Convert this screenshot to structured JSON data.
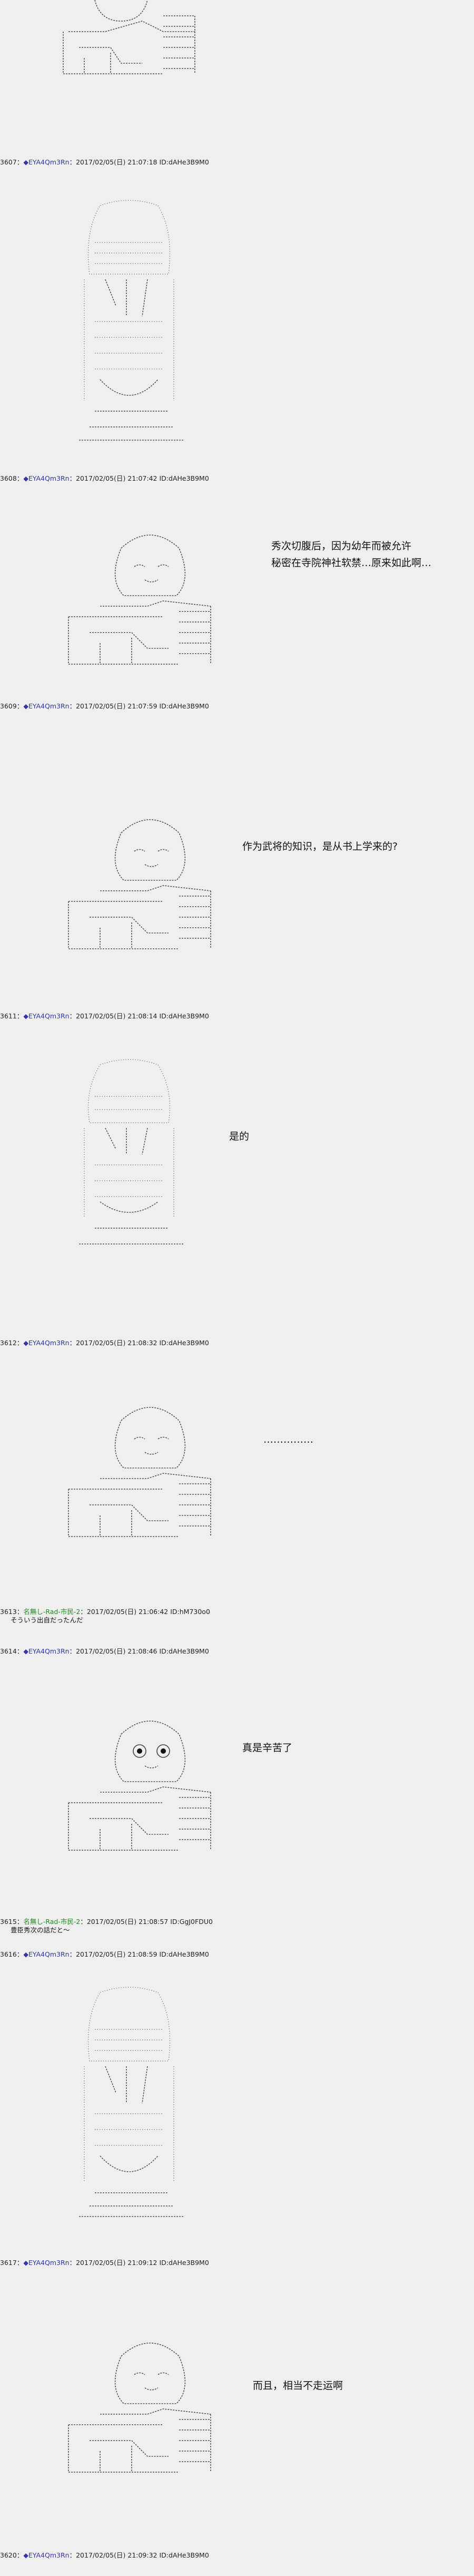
{
  "posts": [
    {
      "num": "3607",
      "sep": "：",
      "trip": "◆EYA4Qm3Rn",
      "meta": "：2017/02/05(日) 21:07:18 ID:dAHe3B9M0"
    },
    {
      "num": "3608",
      "sep": "：",
      "trip": "◆EYA4Qm3Rn",
      "meta": "：2017/02/05(日) 21:07:42 ID:dAHe3B9M0"
    },
    {
      "num": "3609",
      "sep": "：",
      "trip": "◆EYA4Qm3Rn",
      "meta": "：2017/02/05(日) 21:07:59 ID:dAHe3B9M0"
    },
    {
      "num": "3611",
      "sep": "：",
      "trip": "◆EYA4Qm3Rn",
      "meta": "：2017/02/05(日) 21:08:14 ID:dAHe3B9M0"
    },
    {
      "num": "3612",
      "sep": "：",
      "trip": "◆EYA4Qm3Rn",
      "meta": "：2017/02/05(日) 21:08:32 ID:dAHe3B9M0"
    },
    {
      "num": "3613",
      "sep": "：",
      "name": "名無し-Rad-市民-2",
      "meta": "：2017/02/05(日) 21:06:42 ID:hM730o0",
      "body": "そういう出自だったんだ"
    },
    {
      "num": "3614",
      "sep": "：",
      "trip": "◆EYA4Qm3Rn",
      "meta": "：2017/02/05(日) 21:08:46 ID:dAHe3B9M0"
    },
    {
      "num": "3615",
      "sep": "：",
      "name": "名無し-Rad-市民-2",
      "meta": "：2017/02/05(日) 21:08:57 ID:GgJ0FDU0",
      "body": "豊臣秀次の話だと～"
    },
    {
      "num": "3616",
      "sep": "：",
      "trip": "◆EYA4Qm3Rn",
      "meta": "：2017/02/05(日) 21:08:59 ID:dAHe3B9M0"
    },
    {
      "num": "3617",
      "sep": "：",
      "trip": "◆EYA4Qm3Rn",
      "meta": "：2017/02/05(日) 21:09:12 ID:dAHe3B9M0"
    },
    {
      "num": "3620",
      "sep": "：",
      "trip": "◆EYA4Qm3Rn",
      "meta": "：2017/02/05(日) 21:09:32 ID:dAHe3B9M0"
    }
  ],
  "speech": {
    "s1_line1": "秀次切腹后，因为幼年而被允许",
    "s1_line2": "秘密在寺院神社软禁…原来如此啊…",
    "s2": "作为武将的知识，是从书上学来的?",
    "s3": "是的",
    "s4": "……………",
    "s5": "真是辛苦了",
    "s6": "而且，相当不走运啊"
  },
  "icons": {
    "aa_seated": "seated-figure-ascii-art",
    "aa_standing": "standing-figure-ascii-art"
  }
}
